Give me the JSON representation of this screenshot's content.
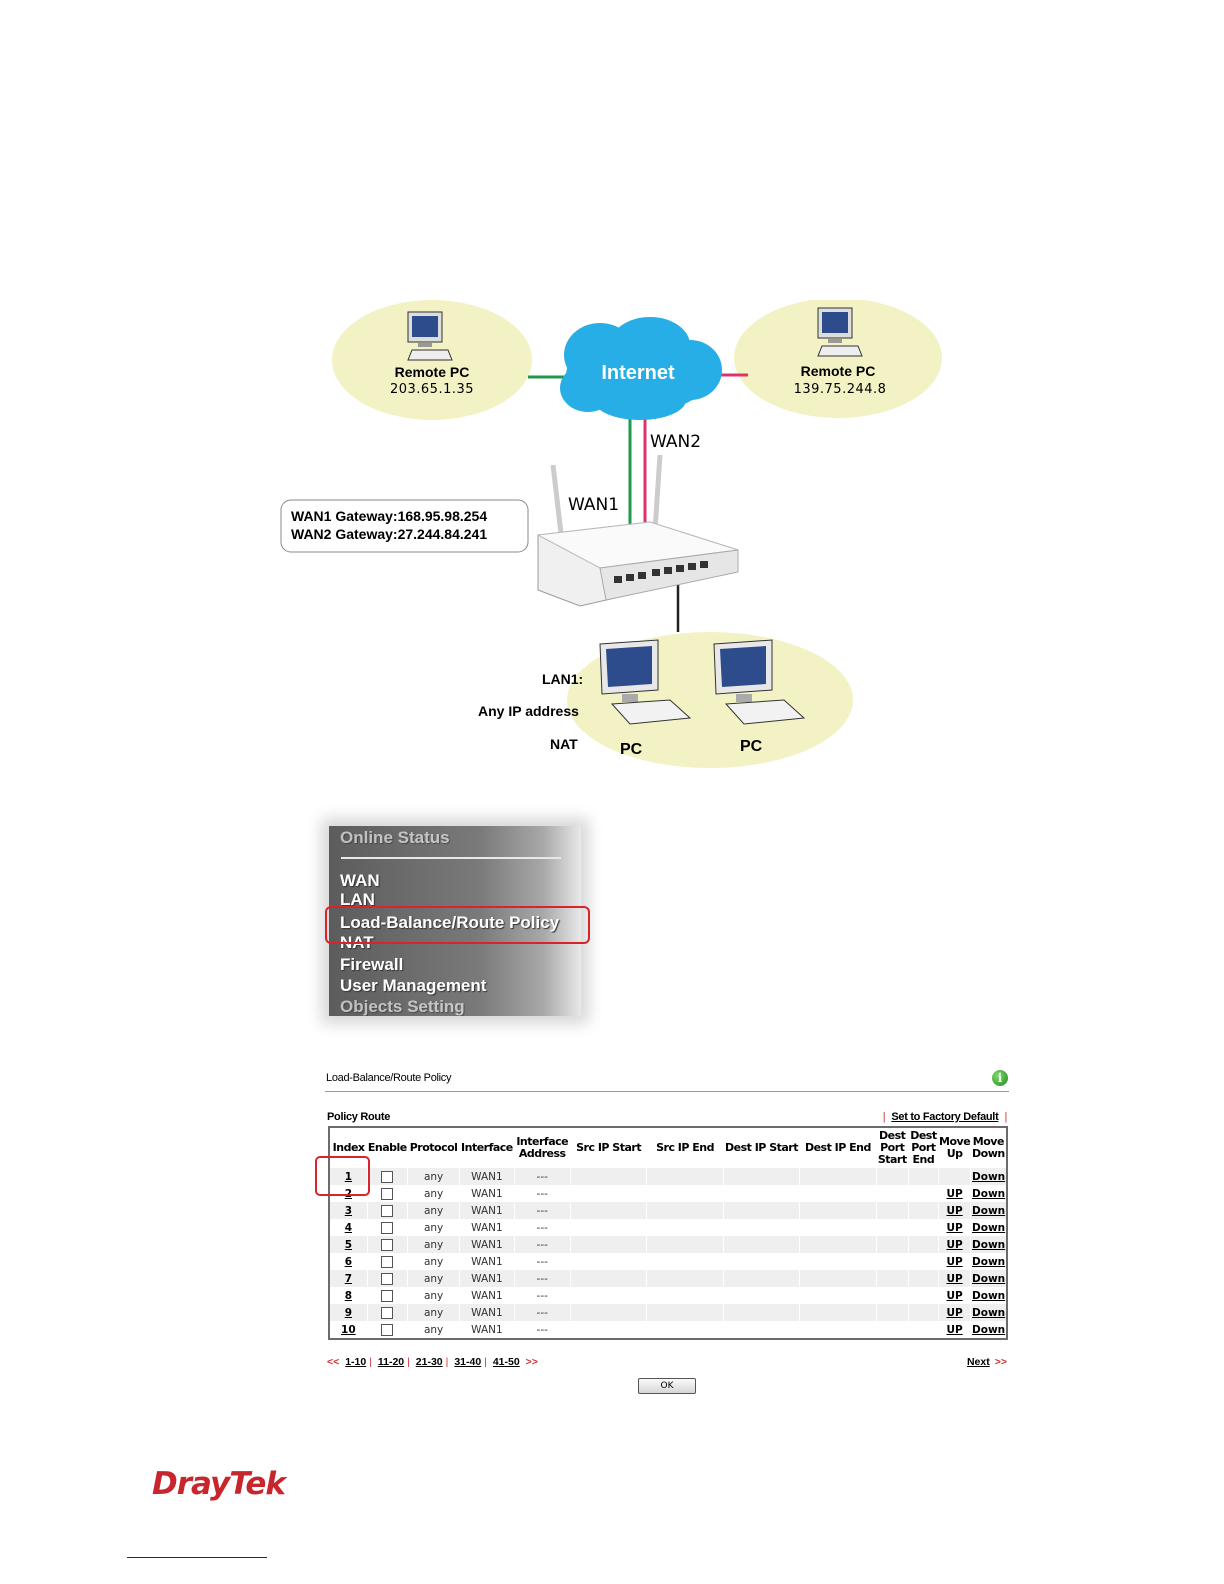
{
  "diagram": {
    "remote_pc_left": {
      "label": "Remote PC",
      "ip": "203.65.1.35"
    },
    "remote_pc_right": {
      "label": "Remote PC",
      "ip": "139.75.244.8"
    },
    "cloud": "Internet",
    "wan1_label": "WAN1",
    "wan2_label": "WAN2",
    "gateways": [
      "WAN1 Gateway:168.95.98.254",
      "WAN2 Gateway:27.244.84.241"
    ],
    "lan_labels": [
      "LAN1:",
      "Any IP address",
      "NAT"
    ],
    "pc_labels": [
      "PC",
      "PC"
    ],
    "colors": {
      "wan1": "#1e9a4a",
      "wan2": "#e0316f",
      "bubble": "#f2f2c4",
      "cloud": "#27aee6"
    }
  },
  "menu": {
    "partial_top": "Online Status",
    "items": [
      "WAN",
      "LAN",
      "Load-Balance/Route Policy",
      "NAT",
      "Firewall",
      "User Management"
    ],
    "partial_bottom": "Objects Setting",
    "highlighted": "Load-Balance/Route Policy"
  },
  "router_page": {
    "title": "Load-Balance/Route Policy",
    "section": "Policy Route",
    "factory_default": "Set to Factory Default",
    "columns": [
      "Index",
      "Enable",
      "Protocol",
      "Interface",
      "Interface Address",
      "Src IP Start",
      "Src IP End",
      "Dest IP Start",
      "Dest IP End",
      "Dest Port Start",
      "Dest Port End",
      "Move Up",
      "Move Down"
    ],
    "rows": [
      {
        "index": "1",
        "protocol": "any",
        "interface": "WAN1",
        "address": "---",
        "up": "",
        "down": "Down"
      },
      {
        "index": "2",
        "protocol": "any",
        "interface": "WAN1",
        "address": "---",
        "up": "UP",
        "down": "Down"
      },
      {
        "index": "3",
        "protocol": "any",
        "interface": "WAN1",
        "address": "---",
        "up": "UP",
        "down": "Down"
      },
      {
        "index": "4",
        "protocol": "any",
        "interface": "WAN1",
        "address": "---",
        "up": "UP",
        "down": "Down"
      },
      {
        "index": "5",
        "protocol": "any",
        "interface": "WAN1",
        "address": "---",
        "up": "UP",
        "down": "Down"
      },
      {
        "index": "6",
        "protocol": "any",
        "interface": "WAN1",
        "address": "---",
        "up": "UP",
        "down": "Down"
      },
      {
        "index": "7",
        "protocol": "any",
        "interface": "WAN1",
        "address": "---",
        "up": "UP",
        "down": "Down"
      },
      {
        "index": "8",
        "protocol": "any",
        "interface": "WAN1",
        "address": "---",
        "up": "UP",
        "down": "Down"
      },
      {
        "index": "9",
        "protocol": "any",
        "interface": "WAN1",
        "address": "---",
        "up": "UP",
        "down": "Down"
      },
      {
        "index": "10",
        "protocol": "any",
        "interface": "WAN1",
        "address": "---",
        "up": "UP",
        "down": "Down"
      }
    ],
    "pager": {
      "prev": "<<",
      "pages": [
        "1-10",
        "11-20",
        "21-30",
        "31-40",
        "41-50"
      ],
      "next_arrows": ">>",
      "next": "Next"
    },
    "ok_button": "OK"
  },
  "footer": {
    "logo": "DrayTek"
  }
}
